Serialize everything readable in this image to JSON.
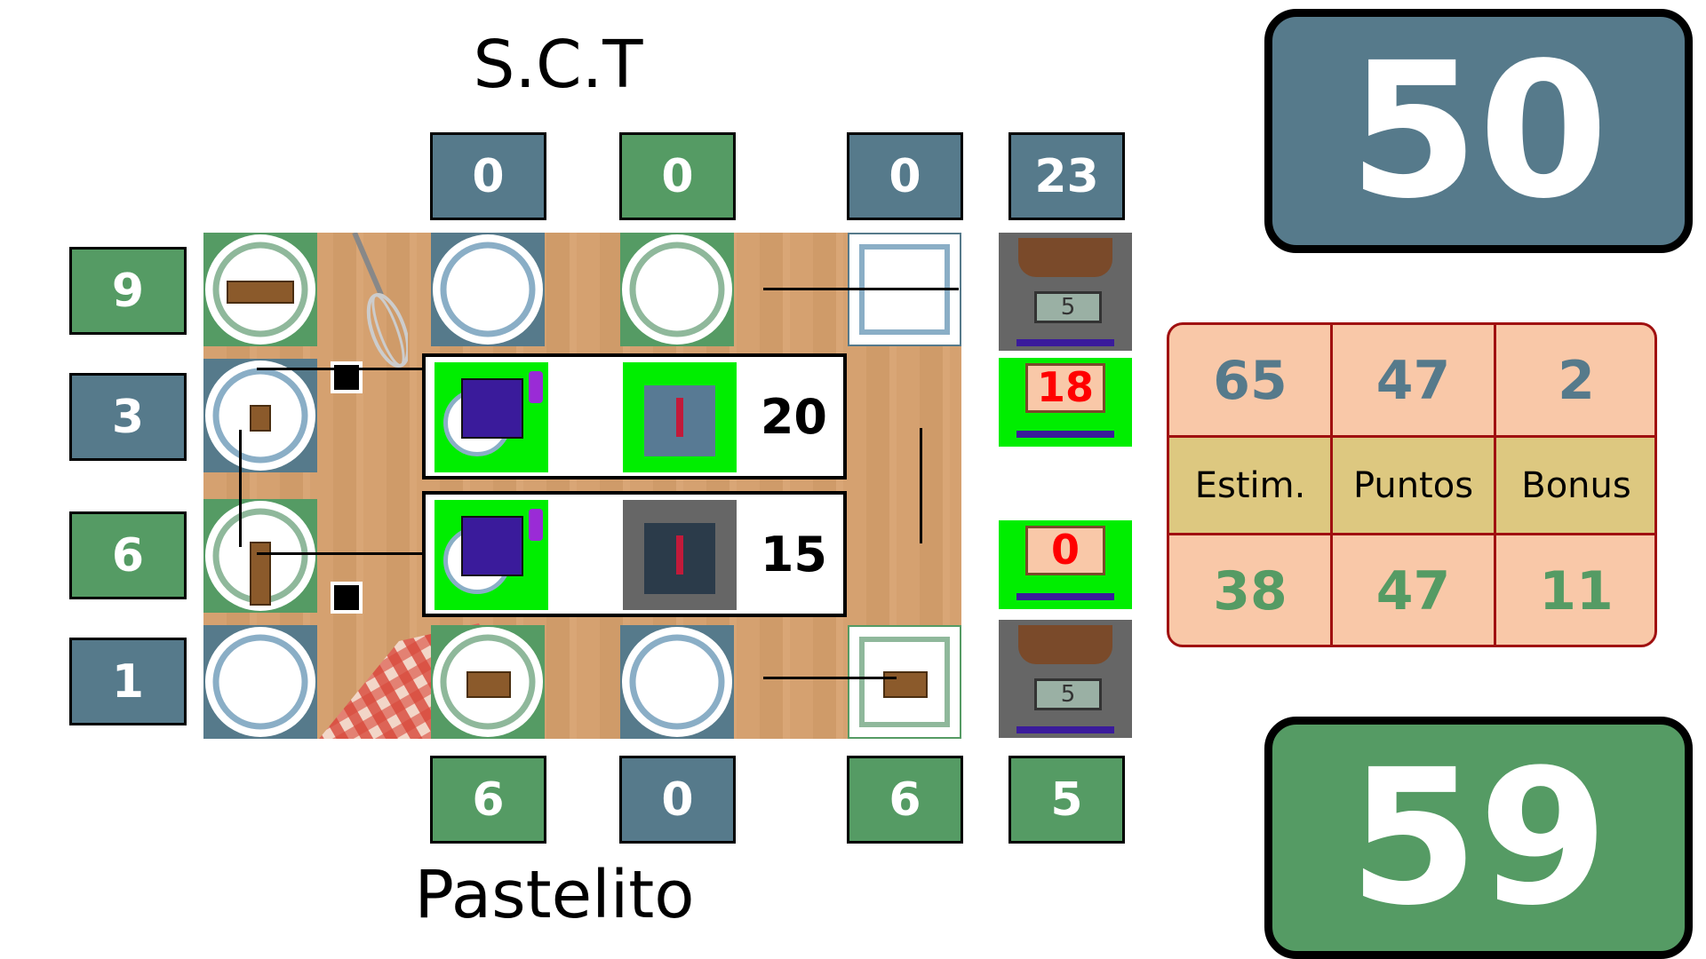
{
  "top_team": {
    "name": "S.C.T",
    "score": "50",
    "color": "#567a8b"
  },
  "bottom_team": {
    "name": "Pastelito",
    "score": "59",
    "color": "#559b64"
  },
  "top_counters": [
    "0",
    "0",
    "0",
    "23"
  ],
  "bottom_counters": [
    "6",
    "0",
    "6",
    "5"
  ],
  "left_counters": [
    "9",
    "3",
    "6",
    "1"
  ],
  "panels": [
    {
      "value": "20"
    },
    {
      "value": "15"
    }
  ],
  "dispensers": [
    {
      "value": "18"
    },
    {
      "value": "0"
    }
  ],
  "scales": [
    {
      "label": "5"
    },
    {
      "label": "5"
    }
  ],
  "stats_table": {
    "top_row": [
      "65",
      "47",
      "2"
    ],
    "headers": [
      "Estim.",
      "Puntos",
      "Bonus"
    ],
    "bottom_row": [
      "38",
      "47",
      "11"
    ]
  },
  "colors": {
    "blue": "#567a8b",
    "green": "#559b64",
    "table_bg": "#f9c8a8",
    "table_header": "#ddc880",
    "table_border": "#a01010",
    "dispenser_bg": "#00ee00"
  }
}
